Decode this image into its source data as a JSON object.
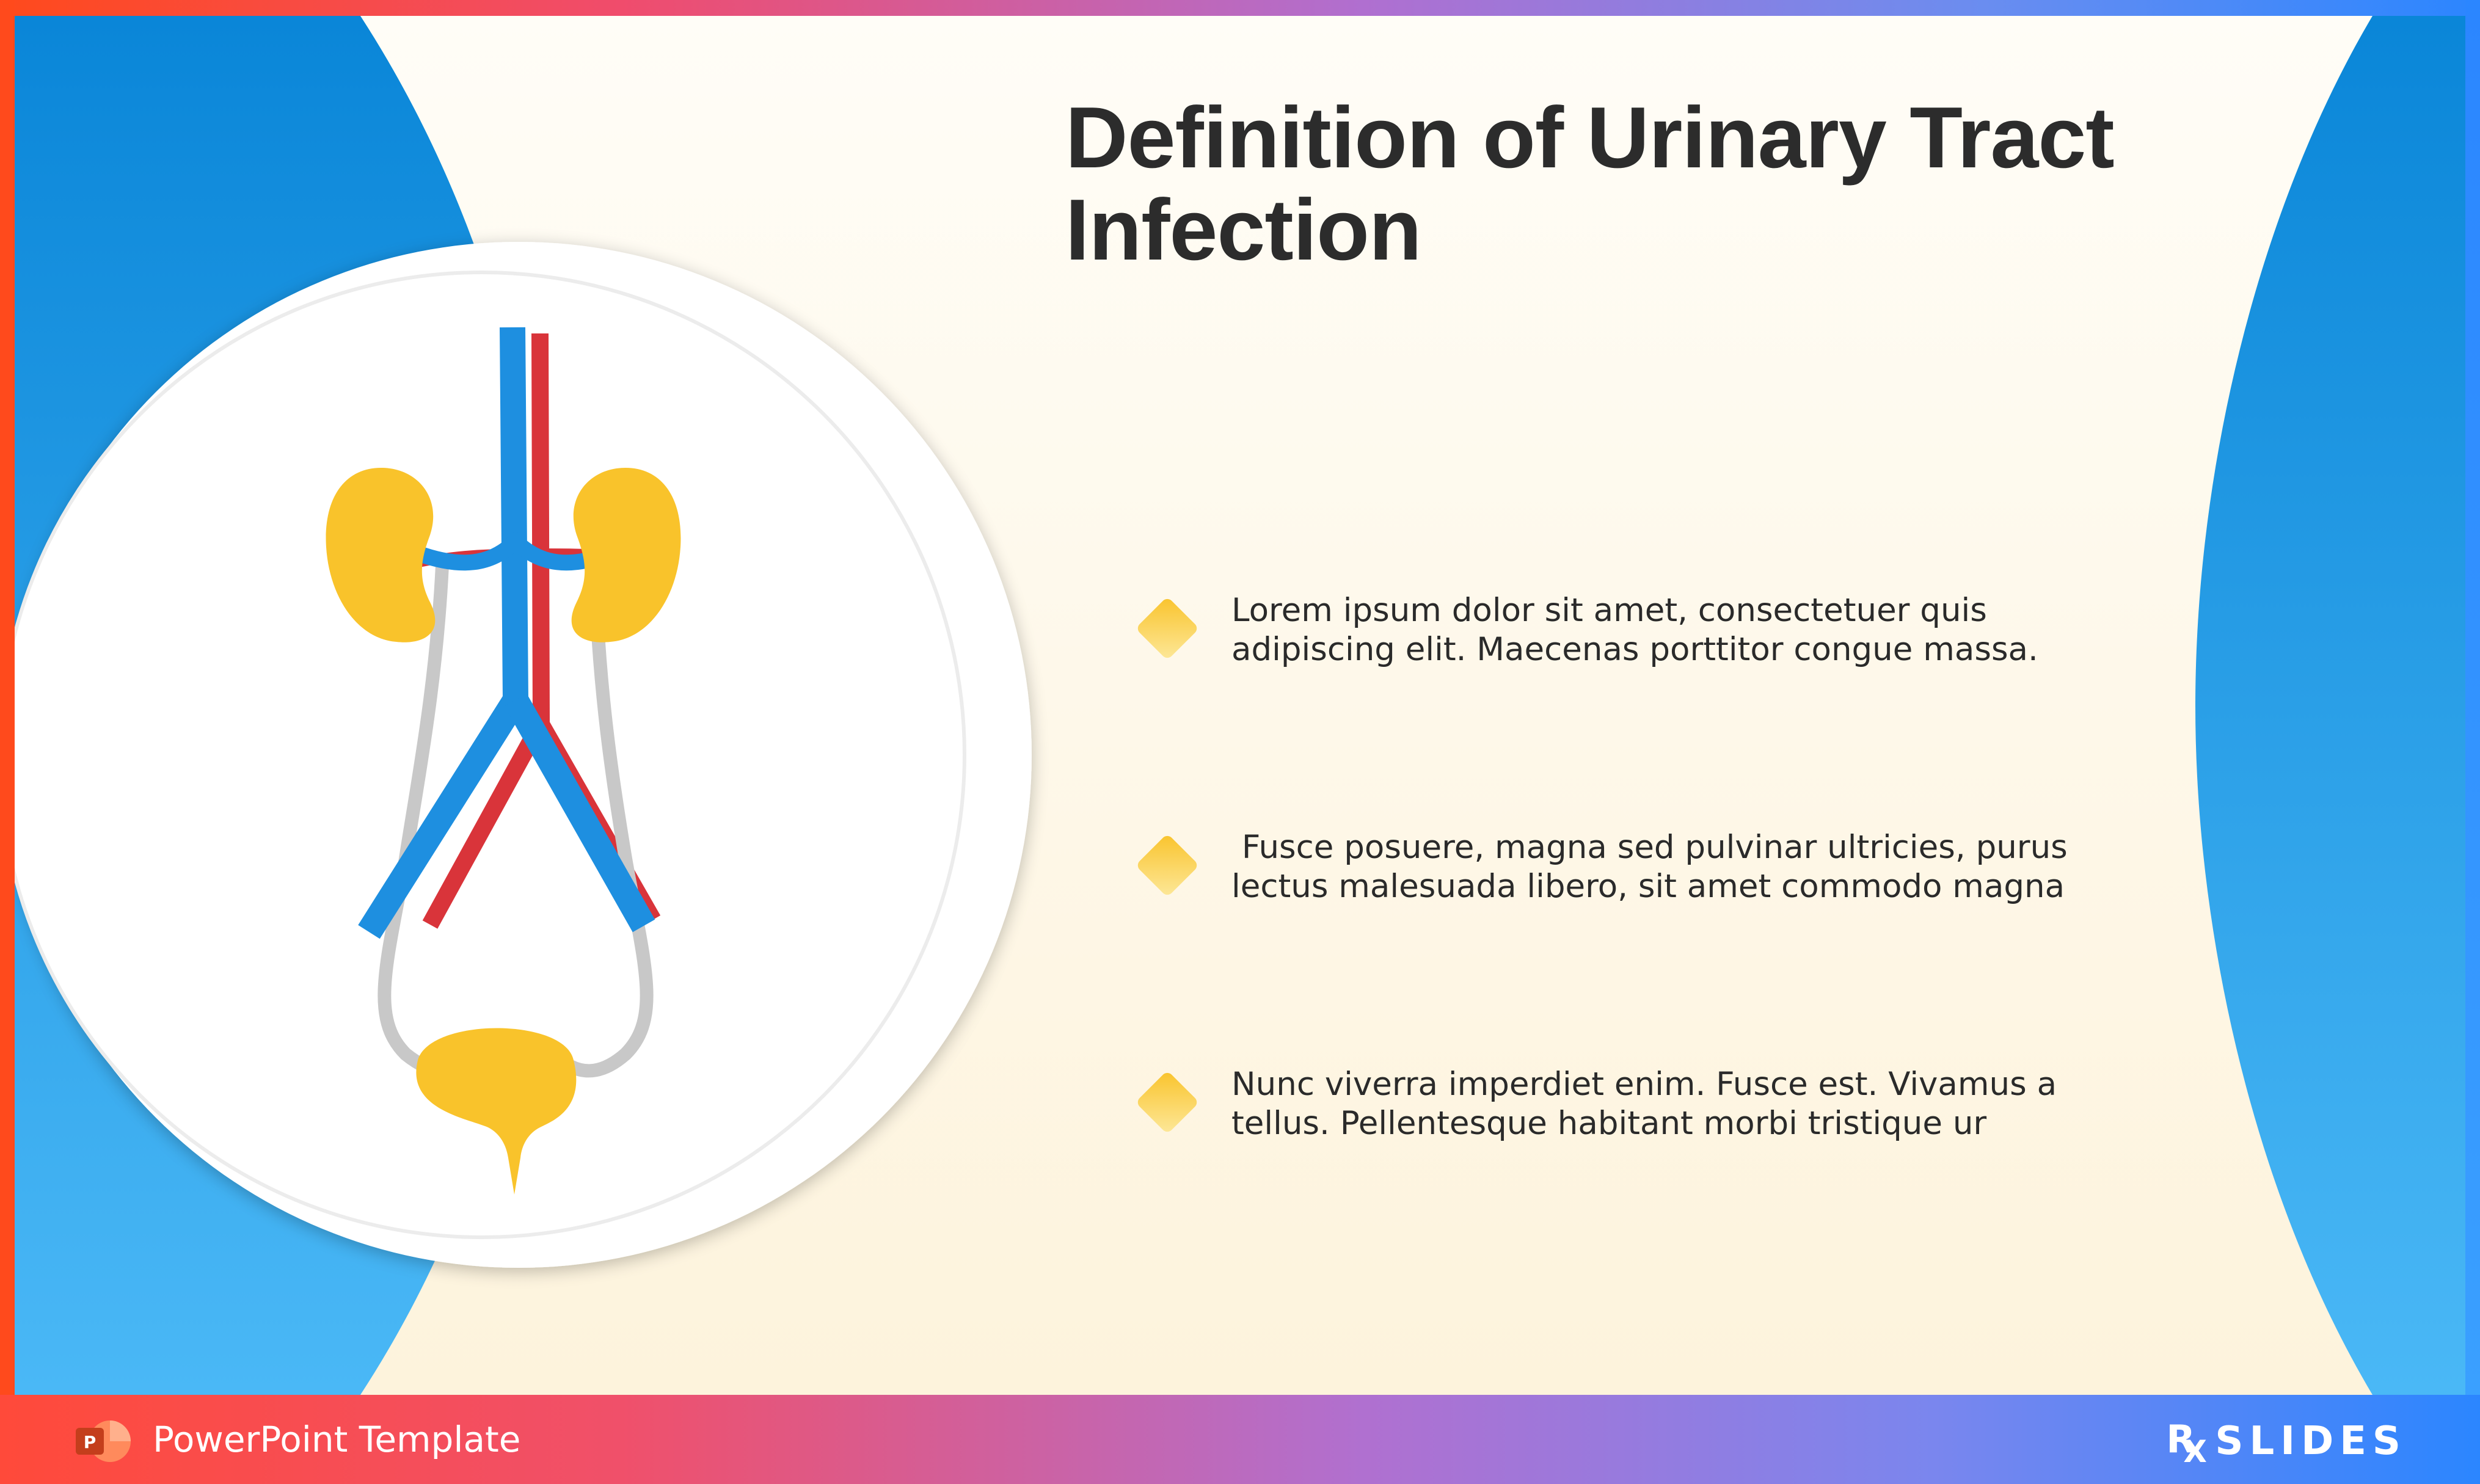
{
  "slide": {
    "title": "Definition of Urinary Tract Infection",
    "bullets": [
      {
        "text": "Lorem ipsum dolor sit amet, consectetuer quis adipiscing elit. Maecenas porttitor congue massa."
      },
      {
        "text": " Fusce posuere, magna sed pulvinar ultricies, purus lectus malesuada libero, sit amet commodo magna"
      },
      {
        "text": "Nunc viverra imperdiet enim. Fusce est. Vivamus a tellus. Pellentesque habitant morbi tristique ur"
      }
    ],
    "illustration_icon": "urinary-system-icon",
    "bullet_icon": "diamond-icon"
  },
  "footer": {
    "label": "PowerPoint Template",
    "app_icon": "powerpoint-icon",
    "brand": {
      "rx": "R",
      "x": "X",
      "name": "SLIDES"
    }
  },
  "colors": {
    "accent_blue": "#1e8fe0",
    "accent_yellow": "#f9c32b",
    "artery_red": "#d9343a",
    "ureter_gray": "#c8c8c8",
    "title_color": "#2c2c2c"
  }
}
